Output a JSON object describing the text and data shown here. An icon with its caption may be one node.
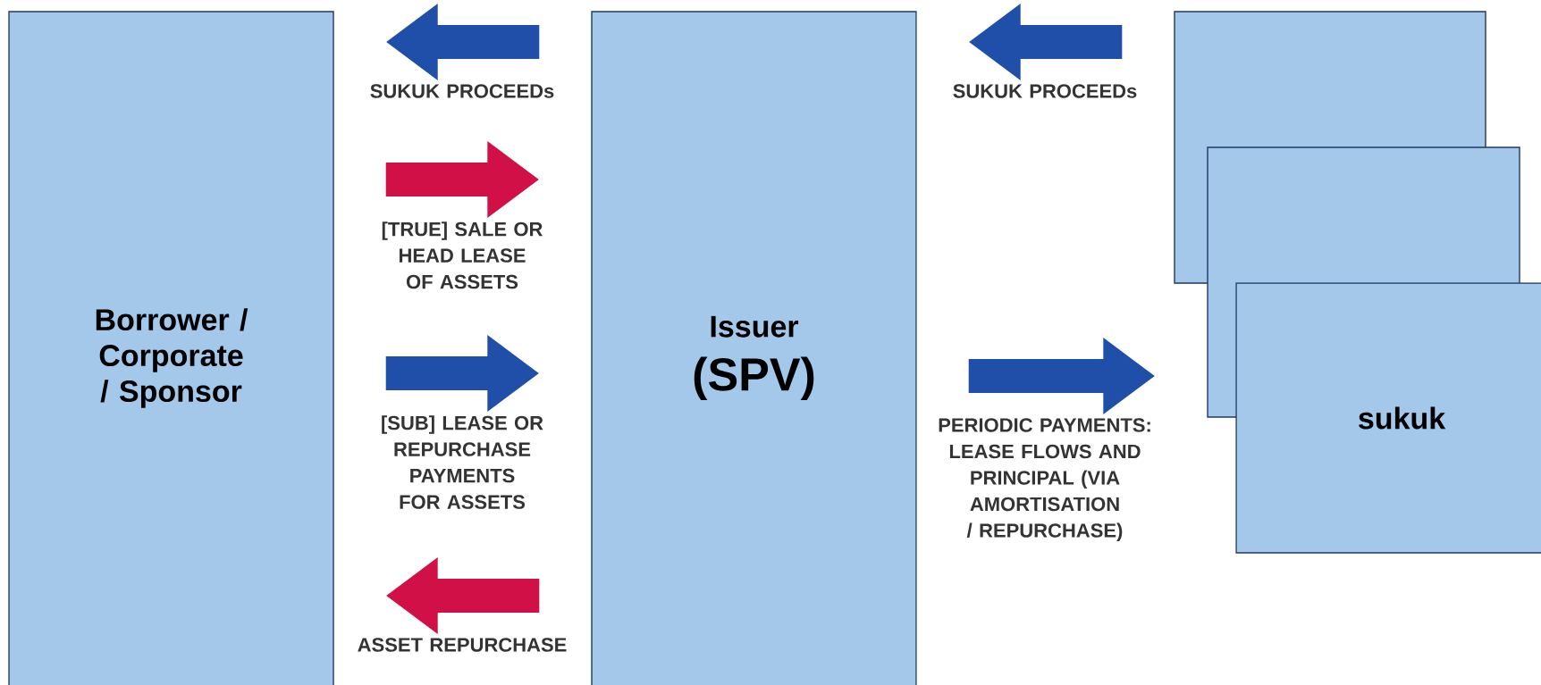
{
  "diagram": {
    "nodes": [
      {
        "text": [
          "Borrower / Corporate / Sponsor"
        ]
      },
      {
        "text": [
          "Issuer",
          "(SPV)"
        ]
      },
      {
        "text": [],
        "shape": "box"
      },
      {
        "text": [],
        "shape": "box"
      },
      {
        "text": [
          "sukuk"
        ]
      }
    ],
    "edges": [
      {
        "from": 1,
        "to": 0,
        "arrow": "to",
        "label": "SUKUK PROCEEDs"
      },
      {
        "from": 0,
        "to": 1,
        "arrow": "to",
        "label": "[TRUE] SALE OR HEAD LEASE OF ASSETS",
        "color": "#d01046"
      },
      {
        "from": 0,
        "to": 1,
        "arrow": "to",
        "label": "[SUB] LEASE OR REPURCHASE PAYMENTS FOR ASSETS"
      },
      {
        "from": 1,
        "to": 0,
        "arrow": "to",
        "label": "ASSET REPURCHASE",
        "color": "#d01046"
      },
      {
        "from": 2,
        "to": 1,
        "arrow": "to",
        "label": "SUKUK PROCEEDs"
      },
      {
        "from": 1,
        "to": 3,
        "arrow": "to",
        "label": "PERIODIC PAYMENTS: LEASE FLOWS AND PRINCIPAL (VIA AMORTISATION / REPURCHASE)"
      }
    ]
  }
}
